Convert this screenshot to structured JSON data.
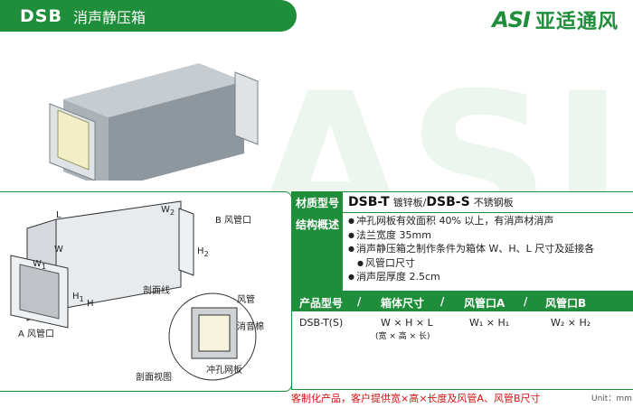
{
  "header": {
    "model": "DSB",
    "name": "消声静压箱"
  },
  "logo": {
    "mark": "ASI",
    "cn": "亚适通风"
  },
  "diagram": {
    "labels": {
      "L": "L",
      "W1": "W",
      "W1s": "1",
      "W": "W",
      "H1": "H",
      "H1s": "1",
      "H": "H",
      "H2": "H",
      "H2s": "2",
      "B": "B 风管口",
      "A": "A 风管口",
      "section_line": "剖面线",
      "section_view": "剖面视图",
      "duct": "风管",
      "absorber": "消音棉",
      "mesh": "冲孔网板",
      "W2": "W",
      "W2s": "2"
    }
  },
  "spec": {
    "material": {
      "label": "材质型号",
      "t_code": "DSB-T",
      "t_desc": "镀锌板",
      "sep": " / ",
      "s_code": "DSB-S",
      "s_desc": "不锈钢板"
    },
    "structure": {
      "label": "结构概述",
      "items": [
        "冲孔网板有效面积 40% 以上，有消声材消声",
        "法兰宽度 35mm",
        "消声静压箱之制作条件为箱体 W、H、L 尺寸及延接各",
        "风管口尺寸",
        "消声层厚度 2.5cm"
      ]
    },
    "table": {
      "headers": [
        "产品型号",
        "/",
        "箱体尺寸",
        "/",
        "风管口A",
        "/",
        "风管口B"
      ],
      "row": {
        "model": "DSB-T(S)",
        "size": "W × H × L",
        "size_note": "(宽 × 高 × 长)",
        "a": "W₁ × H₁",
        "b": "W₂ × H₂"
      }
    }
  },
  "footer": {
    "note": "客制化产品，客户提供宽×高×长度及风管A、风管B尺寸",
    "unit": "Unit：mm"
  },
  "colors": {
    "brand_green": "#1f8e3a",
    "note_red": "#d01010"
  }
}
